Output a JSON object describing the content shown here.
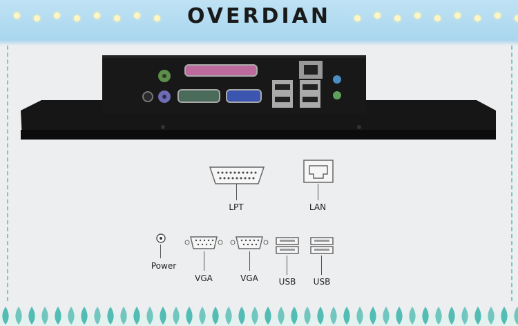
{
  "brand": {
    "name": "OVERDIAN"
  },
  "ports": {
    "lpt": "LPT",
    "lan": "LAN",
    "power": "Power",
    "vga1": "VGA",
    "vga2": "VGA",
    "usb1": "USB",
    "usb2": "USB"
  },
  "colors": {
    "banner": "#a9d6ef",
    "frame_dash": "#79c7cd",
    "leaf": "#4bb8b0",
    "device": "#141414"
  }
}
